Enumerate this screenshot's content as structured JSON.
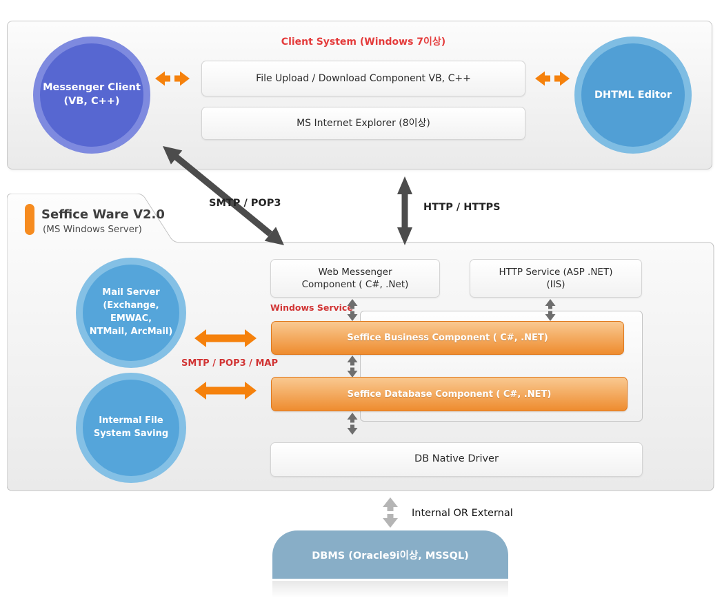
{
  "client_system": {
    "title": "Client System (Windows 7이상)",
    "messenger_circle": {
      "line1": "Messenger Client",
      "line2": "(VB, C++)"
    },
    "file_upload_box": "File Upload / Download Component VB, C++",
    "ie_box": "MS Internet Explorer (8이상)",
    "dhtml_circle": "DHTML Editor"
  },
  "connections": {
    "smtp_pop3": "SMTP / POP3",
    "http_https": "HTTP / HTTPS",
    "windows_service": "Windows Service",
    "smtp_pop3_map": "SMTP / POP3 / MAP",
    "internal_or_external": "Internal OR External"
  },
  "seffice_ware": {
    "title": "Seffice Ware V2.0",
    "subtitle": "(MS Windows Server)",
    "mail_circle": {
      "line1": "Mail Server",
      "line2": "(Exchange, EMWAC,",
      "line3": "NTMail, ArcMail)"
    },
    "file_circle": {
      "line1": "Intermal File",
      "line2": "System Saving"
    },
    "web_messenger_box": {
      "line1": "Web Messenger",
      "line2": "Component ( C#, .Net)"
    },
    "http_service_box": {
      "line1": "HTTP Service (ASP .NET)",
      "line2": "(IIS)"
    },
    "business_box": "Seffice Business Component ( C#, .NET)",
    "database_box": "Seffice Database Component ( C#, .NET)",
    "db_driver_box": "DB Native Driver"
  },
  "dbms": {
    "label": "DBMS (Oracle9i이상, MSSQL)"
  },
  "colors": {
    "accent_orange": "#f5810c",
    "orange_box_gradient_top": "#f9c991",
    "orange_box_gradient_bottom": "#ee8c2f",
    "red_label": "#d13434",
    "red_title": "#e43c3c",
    "dark_arrow": "#4c4c4c",
    "gray_arrow": "#6e6e6e",
    "light_gray_arrow": "#b5b5b5",
    "messenger_blue": "#5767d1",
    "circle_blue": "#55a5da",
    "dbms_blue": "#88aec7"
  }
}
